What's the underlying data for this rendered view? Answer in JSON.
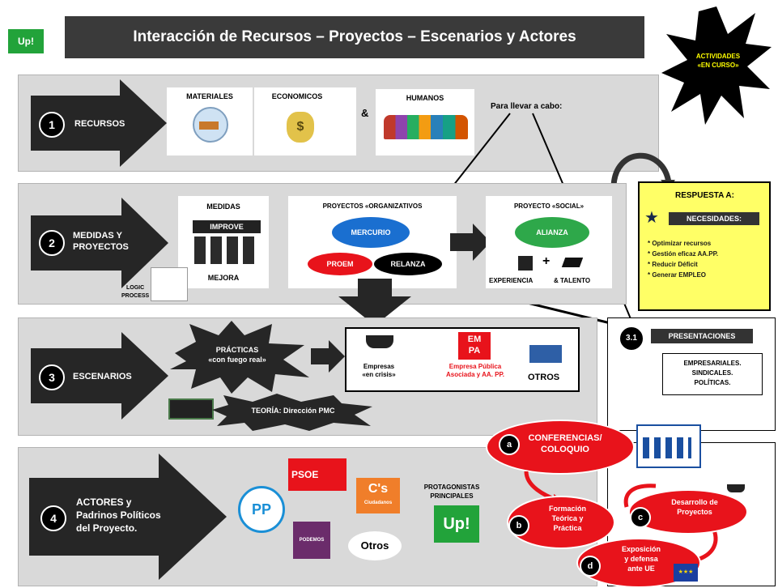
{
  "header": {
    "logo": "Up!",
    "title": "Interacción de Recursos – Proyectos – Escenarios y Actores",
    "starburst_lines": [
      "ACTIVIDADES",
      "«EN CURSO»"
    ]
  },
  "row1": {
    "number": "1",
    "label": "RECURSOS",
    "materiales": "MATERIALES",
    "economicos": "ECONOMICOS",
    "amp": "&",
    "humanos": "HUMANOS",
    "para_llevar": "Para llevar a cabo:"
  },
  "row2": {
    "number": "2",
    "label_lines": [
      "MEDIDAS Y",
      "PROYECTOS"
    ],
    "medidas": "MEDIDAS",
    "improve": "IMPROVE",
    "mejora": "MEJORA",
    "logic": "LOGIC",
    "process": "PROCESS",
    "proyectos_org": "PROYECTOS «ORGANIZATIVOS",
    "mercurio": "MERCURIO",
    "proem": "PROEM",
    "relanza": "RELANZA",
    "proyecto_social": "PROYECTO «SOCIAL»",
    "alianza": "ALIANZA",
    "plus": "+",
    "experiencia": "EXPERIENCIA",
    "talento": "& TALENTO"
  },
  "respuesta": {
    "title": "RESPUESTA A:",
    "necesidades": "NECESIDADES:",
    "items": [
      "* Optimizar recursos",
      "* Gestión eficaz AA.PP.",
      "* Reducir Déficit",
      "* Generar EMPLEO"
    ]
  },
  "row3": {
    "number": "3",
    "label": "ESCENARIOS",
    "practicas_lines": [
      "PRÁCTICAS",
      "«con fuego real»"
    ],
    "teoria": "TEORÍA: Dirección PMC",
    "empresas_lines": [
      "Empresas",
      "«en crisis»"
    ],
    "empa_lines": [
      "EM",
      "PA"
    ],
    "empresa_publica_lines": [
      "Empresa Pública",
      "Asociada y  AA. PP."
    ],
    "otros": "OTROS"
  },
  "presentaciones": {
    "badge": "3.1",
    "title": "PRESENTACIONES",
    "types": [
      "EMPRESARIALES.",
      "SINDICALES.",
      "POLÍTICAS."
    ]
  },
  "row4": {
    "number": "4",
    "label_lines": [
      "ACTORES  y",
      "Padrinos Políticos",
      "del Proyecto."
    ],
    "pp": "PP",
    "psoe": "PSOE",
    "cs": "C's",
    "cs_sub": "Ciudadanos",
    "podemos": "PODEMOS",
    "otros": "Otros",
    "protagonistas_lines": [
      "PROTAGONISTAS",
      "PRINCIPALES"
    ],
    "up": "Up!"
  },
  "activities": {
    "a_badge": "a",
    "a_lines": [
      "CONFERENCIAS/",
      "COLOQUIO"
    ],
    "b_badge": "b",
    "b_lines": [
      "Formación",
      "Teórica y",
      "Práctica"
    ],
    "c_badge": "c",
    "c_lines": [
      "Desarrollo de",
      "Proyectos"
    ],
    "d_badge": "d",
    "d_lines": [
      "Exposición",
      "y defensa",
      "ante UE"
    ]
  },
  "colors": {
    "band": "#d9d9d9",
    "dark_arrow": "#262626",
    "title_bar": "#3a3a3a",
    "green": "#2ea84a",
    "red": "#e8131b",
    "blue": "#1a6fd0",
    "yellow": "#ffff66"
  }
}
